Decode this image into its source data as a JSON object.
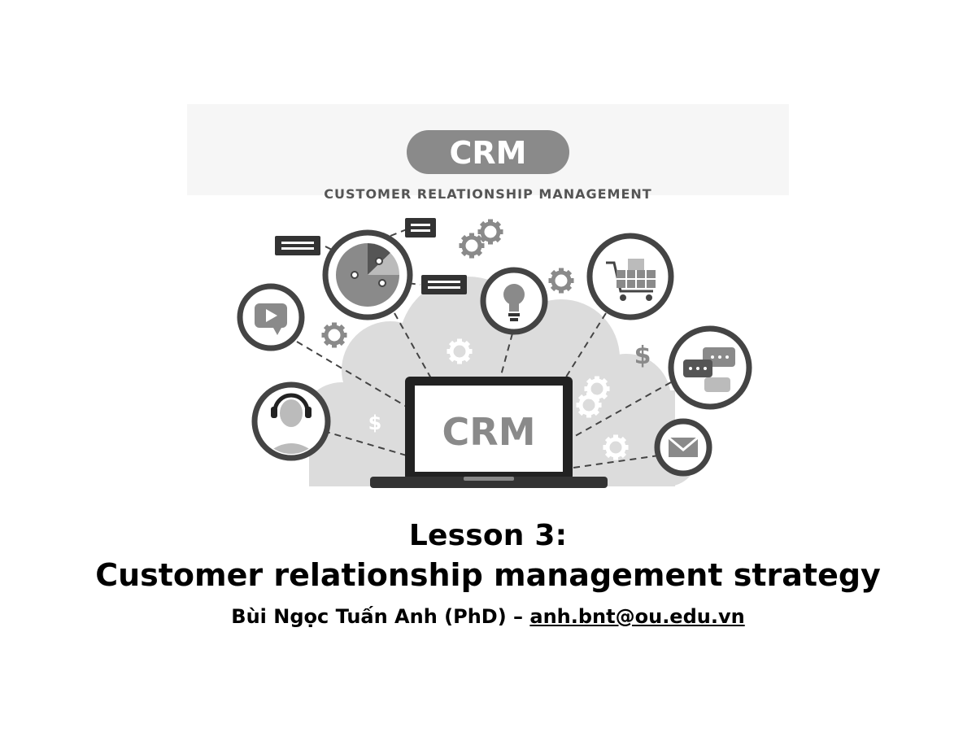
{
  "slide": {
    "banner": {
      "badge_text": "CRM",
      "subtitle": "CUSTOMER RELATIONSHIP MANAGEMENT"
    },
    "illustration": {
      "laptop_screen_text": "CRM",
      "currency_symbol": "$",
      "icons": [
        "pie-chart-icon",
        "video-play-icon",
        "lightbulb-icon",
        "shopping-cart-icon",
        "chat-bubbles-icon",
        "headset-agent-icon",
        "email-envelope-icon",
        "gear-icon",
        "cloud-icon",
        "laptop-icon"
      ]
    },
    "title": {
      "line1": "Lesson 3:",
      "line2": "Customer relationship management strategy"
    },
    "author": {
      "name_prefix": "Bùi Ngọc Tuấn Anh (PhD) – ",
      "email": "anh.bnt@ou.edu.vn"
    },
    "colors": {
      "background": "#ffffff",
      "badge": "#8a8a8a",
      "cloud": "#dcdcdc",
      "dark": "#3a3a3a",
      "text": "#000000"
    }
  }
}
